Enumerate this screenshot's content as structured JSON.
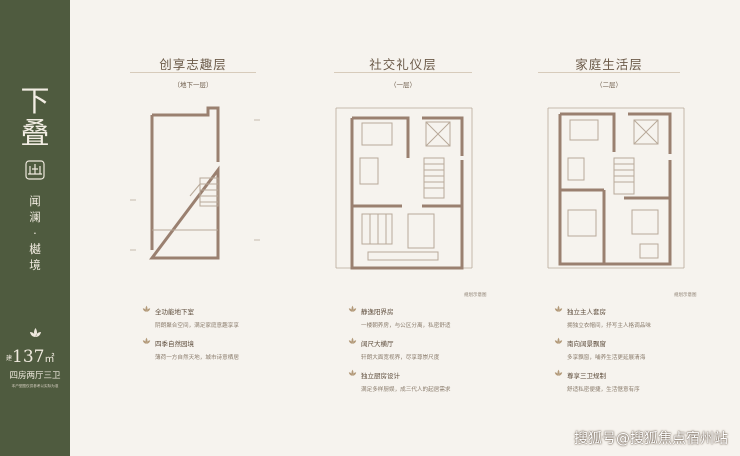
{
  "sidebar": {
    "big_chars": [
      "下",
      "叠"
    ],
    "vertical_lines": [
      "闻",
      "澜",
      "·",
      "樾",
      "境"
    ],
    "area_prefix": "建",
    "area_number": "137",
    "area_unit": "㎡",
    "rooms": "四房两厅三卫",
    "note": "本户型图仅供参考以实际为准"
  },
  "columns": [
    {
      "title": "创享志趣层",
      "subtitle": "（地下一层）",
      "legend": "",
      "features": [
        {
          "title": "全功能地下室",
          "desc": "阴朗聚合空间，满足家庭意趣享享"
        },
        {
          "title": "四季自然园境",
          "desc": "薄荷一方自然天地，城市诗意栖居"
        }
      ]
    },
    {
      "title": "社交礼仪层",
      "subtitle": "（一层）",
      "legend": "规划示意图",
      "features": [
        {
          "title": "静逸阳界房",
          "desc": "一楼朝养房，与公区分离，私密舒适"
        },
        {
          "title": "阔尺大横厅",
          "desc": "轩朗大面宽视界，尽享尊崇尺度"
        },
        {
          "title": "独立厨房设计",
          "desc": "满足多样厨娱，成三代人的起居需求"
        }
      ]
    },
    {
      "title": "家庭生活层",
      "subtitle": "（二层）",
      "legend": "规划示意图",
      "features": [
        {
          "title": "独立主人套房",
          "desc": "拥独立衣帽间，抒写主人格调品味"
        },
        {
          "title": "南向阔景飘窗",
          "desc": "多享飘窗，哺养生活更延展清海"
        },
        {
          "title": "尊享三卫规制",
          "desc": "舒适私密便捷，生活惬意有序"
        }
      ]
    }
  ],
  "watermark": "搜狐号@搜狐焦点宿州站",
  "colors": {
    "sidebar": "#4f5b3f",
    "background": "#f6f3ee",
    "wall": "#9a8070",
    "text": "#6b5a48"
  }
}
